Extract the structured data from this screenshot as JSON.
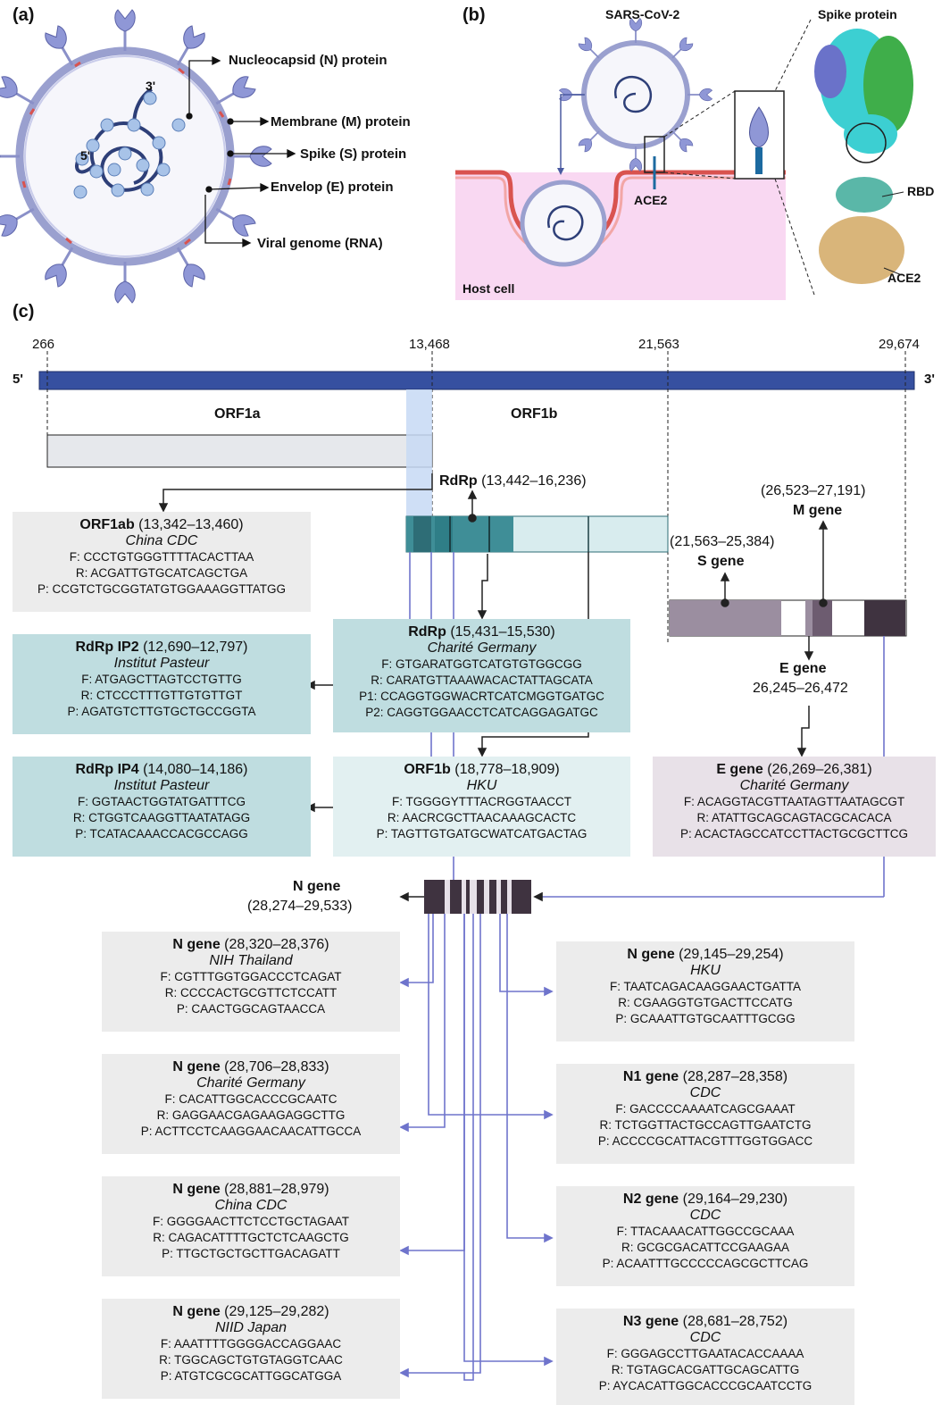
{
  "panels": {
    "a": "(a)",
    "b": "(b)",
    "c": "(c)"
  },
  "panel_a": {
    "prime3": "3'",
    "prime5": "5'",
    "labels": [
      "Nucleocapsid (N) protein",
      "Membrane (M) protein",
      "Spike (S) protein",
      "Envelop (E) protein",
      "Viral genome (RNA)"
    ]
  },
  "panel_b": {
    "virus": "SARS-CoV-2",
    "spike": "Spike protein",
    "ace2_receptor": "ACE2",
    "host": "Host cell",
    "rbd": "RBD",
    "ace2_struct": "ACE2"
  },
  "genome": {
    "ticks": [
      "266",
      "13,468",
      "21,563",
      "29,674"
    ],
    "prime5": "5'",
    "prime3": "3'",
    "orf1a": "ORF1a",
    "orf1b": "ORF1b",
    "rdrp_name": "RdRp",
    "rdrp_range": "(13,442–16,236)",
    "m_range": "(26,523–27,191)",
    "m_name": "M gene",
    "s_range": "(21,563–25,384)",
    "s_name": "S gene",
    "e_name": "E gene",
    "e_range": "26,245–26,472",
    "n_name": "N gene",
    "n_range": "(28,274–29,533)"
  },
  "assays": [
    {
      "name": "ORF1ab",
      "range": "(13,342–13,460)",
      "source": "China CDC",
      "seqs": [
        "F: CCCTGTGGGTTTTACACTTAA",
        "R: ACGATTGTGCATCAGCTGA",
        "P: CCGTCTGCGGTATGTGGAAAGGTTATGG"
      ]
    },
    {
      "name": "RdRp",
      "range": "(15,431–15,530)",
      "source": "Charité Germany",
      "seqs": [
        "F: GTGARATGGTCATGTGTGGCGG",
        "R: CARATGTTAAAWACACTATTAGCATA",
        "P1: CCAGGTGGWACRTCATCMGGTGATGC",
        "P2: CAGGTGGAACCTCATCAGGAGATGC"
      ]
    },
    {
      "name": "RdRp IP2",
      "range": "(12,690–12,797)",
      "source": "Institut Pasteur",
      "seqs": [
        "F: ATGAGCTTAGTCCTGTTG",
        "R: CTCCCTTTGTTGTGTTGT",
        "P: AGATGTCTTGTGCTGCCGGTA"
      ]
    },
    {
      "name": "RdRp IP4",
      "range": "(14,080–14,186)",
      "source": "Institut Pasteur",
      "seqs": [
        "F: GGTAACTGGTATGATTTCG",
        "R: CTGGTCAAGGTTAATATAGG",
        "P: TCATACAAACCACGCCAGG"
      ]
    },
    {
      "name": "ORF1b",
      "range": "(18,778–18,909)",
      "source": "HKU",
      "seqs": [
        "F: TGGGGYTTTACRGGTAACCT",
        "R: AACRCGCTTAACAAAGCACTC",
        "P: TAGTTGTGATGCWATCATGACTAG"
      ]
    },
    {
      "name": "E gene",
      "range": "(26,269–26,381)",
      "source": "Charité Germany",
      "seqs": [
        "F: ACAGGTACGTTAATAGTTAATAGCGT",
        "R: ATATTGCAGCAGTACGCACACA",
        "P: ACACTAGCCATCCTTACTGCGCTTCG"
      ]
    },
    {
      "name": "N gene",
      "range": "(28,320–28,376)",
      "source": "NIH Thailand",
      "seqs": [
        "F: CGTTTGGTGGACCCTCAGAT",
        "R: CCCCACTGCGTTCTCCATT",
        "P: CAACTGGCAGTAACCA"
      ]
    },
    {
      "name": "N gene",
      "range": "(29,145–29,254)",
      "source": "HKU",
      "seqs": [
        "F: TAATCAGACAAGGAACTGATTA",
        "R: CGAAGGTGTGACTTCCATG",
        "P: GCAAATTGTGCAATTTGCGG"
      ]
    },
    {
      "name": "N gene",
      "range": "(28,706–28,833)",
      "source": "Charité Germany",
      "seqs": [
        "F: CACATTGGCACCCGCAATC",
        "R: GAGGAACGAGAAGAGGCTTG",
        "P: ACTTCCTCAAGGAACAACATTGCCA"
      ]
    },
    {
      "name": "N1 gene",
      "range": "(28,287–28,358)",
      "source": "CDC",
      "seqs": [
        "F: GACCCCAAAATCAGCGAAAT",
        "R: TCTGGTTACTGCCAGTTGAATCTG",
        "P: ACCCCGCATTACGTTTGGTGGACC"
      ]
    },
    {
      "name": "N gene",
      "range": "(28,881–28,979)",
      "source": "China CDC",
      "seqs": [
        "F: GGGGAACTTCTCCTGCTAGAAT",
        "R: CAGACATTTTGCTCTCAAGCTG",
        "P: TTGCTGCTGCTTGACAGATT"
      ]
    },
    {
      "name": "N2 gene",
      "range": "(29,164–29,230)",
      "source": "CDC",
      "seqs": [
        "F: TTACAAACATTGGCCGCAAA",
        "R: GCGCGACATTCCGAAGAA",
        "P: ACAATTTGCCCCCAGCGCTTCAG"
      ]
    },
    {
      "name": "N gene",
      "range": "(29,125–29,282)",
      "source": "NIID Japan",
      "seqs": [
        "F: AAATTTTGGGGACCAGGAAC",
        "R: TGGCAGCTGTGTAGGTCAAC",
        "P: ATGTCGCGCATTGGCATGGA"
      ]
    },
    {
      "name": "N3 gene",
      "range": "(28,681–28,752)",
      "source": "CDC",
      "seqs": [
        "F: GGGAGCCTTGAATACACCAAAA",
        "R: TGTAGCACGATTGCAGCATTG",
        "P: AYCACATTGGCACCCGCAATCCTG"
      ]
    }
  ],
  "colors": {
    "genome_bar": "#3650a0",
    "connector": "#6f74cc",
    "teal_box": "#bfdde0",
    "gray_box": "#ececec",
    "mauve_box": "#e8e1e8",
    "host_cell": "#f9d8f2"
  }
}
